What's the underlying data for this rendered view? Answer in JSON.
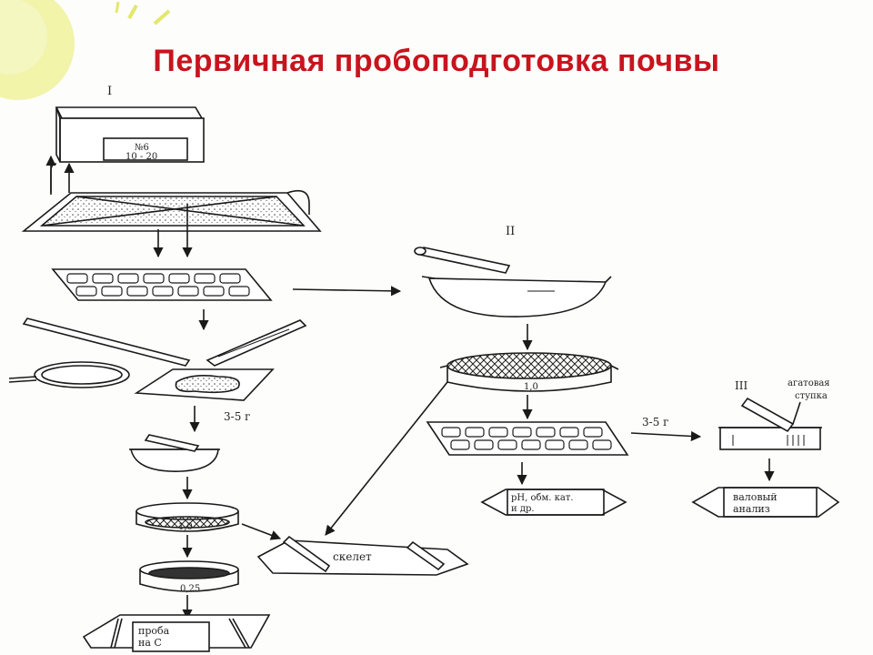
{
  "colors": {
    "title": "#c8141e",
    "ink": "#1a1a1a",
    "sun": "#e9ef8a",
    "sun_ray": "#e2e86a"
  },
  "title": "Первичная пробоподготовка почвы",
  "section_labels": {
    "one": "I",
    "two": "II",
    "three": "III"
  },
  "box_label": {
    "line1": "№6",
    "line2": "10 - 20"
  },
  "mass_labels": {
    "left": "3-5 г",
    "right": "3-5 г"
  },
  "sieve_labels": {
    "main": "1,0",
    "left_1": "1,0",
    "left_2": "0,25"
  },
  "mortar_note": {
    "line1": "агатовая",
    "line2": "ступка"
  },
  "result_labels": {
    "ph": {
      "line1": "pH, обм. кат.",
      "line2": "и др."
    },
    "total": {
      "line1": "валовый",
      "line2": "анализ"
    },
    "skeleton": "скелет",
    "carbon": {
      "line1": "проба",
      "line2": "на С"
    }
  },
  "icons": [
    "soil-box-icon",
    "soil-tray-icon",
    "drying-tray-icon",
    "mortar-icon",
    "sieve-icon",
    "tweezers-icon",
    "magnifier-icon",
    "paper-sheet-icon",
    "agate-mortar-icon"
  ]
}
